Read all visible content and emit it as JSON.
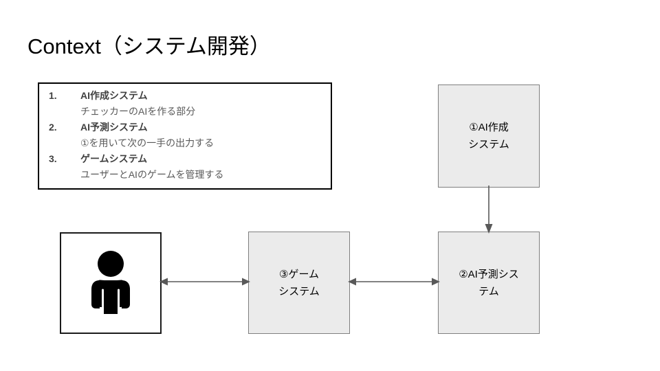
{
  "slide": {
    "title": "Context（システム開発）",
    "background_color": "#ffffff"
  },
  "list_box": {
    "border_color": "#000000",
    "items": [
      {
        "number": "1.",
        "title": "AI作成システム",
        "description": "チェッカーのAIを作る部分"
      },
      {
        "number": "2.",
        "title": "AI予測システム",
        "description": "①を用いて次の一手の出力する"
      },
      {
        "number": "3.",
        "title": "ゲームシステム",
        "description": "ユーザーとAIのゲームを管理する"
      }
    ]
  },
  "diagram": {
    "fill_color": "#ebebeb",
    "border_color": "#7f7f7f",
    "arrow_color": "#595959",
    "nodes": [
      {
        "id": "ai-create",
        "label": "①AI作成\nシステム"
      },
      {
        "id": "ai-predict",
        "label": "②AI予測シス\nテム"
      },
      {
        "id": "game",
        "label": "③ゲーム\nシステム"
      },
      {
        "id": "user",
        "icon": "person-icon"
      }
    ],
    "connectors": [
      {
        "id": "user-game",
        "from": "user",
        "to": "game",
        "style": "double-headed"
      },
      {
        "id": "game-predict",
        "from": "game",
        "to": "ai-predict",
        "style": "double-headed"
      },
      {
        "id": "create-predict",
        "from": "ai-create",
        "to": "ai-predict",
        "style": "single-headed-down"
      }
    ]
  }
}
